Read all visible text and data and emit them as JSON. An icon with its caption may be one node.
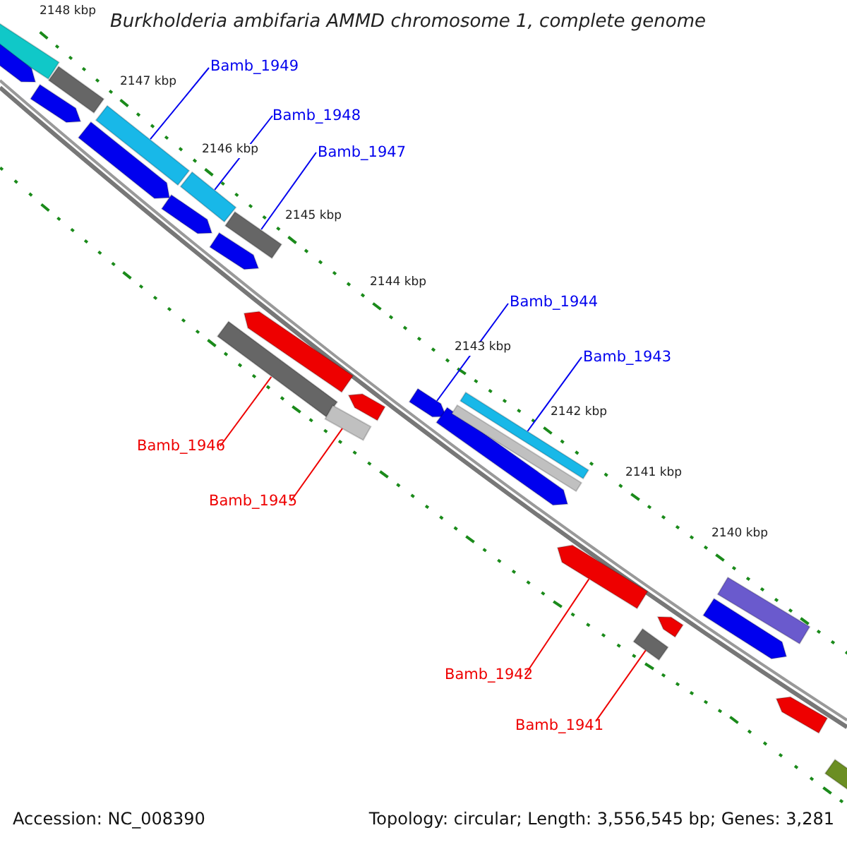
{
  "diagram": {
    "title": "Burkholderia ambifaria AMMD chromosome 1, complete genome",
    "nodes": [
      {
        "text": [
          "Bamb_1949"
        ]
      },
      {
        "text": [],
        "shape": "bar"
      },
      {
        "text": [
          "Bamb_1948"
        ]
      },
      {
        "text": [],
        "shape": "bar"
      },
      {
        "text": [
          "Bamb_1947"
        ]
      },
      {
        "text": [],
        "shape": "bar"
      },
      {
        "text": [
          "Bamb_1944"
        ]
      },
      {
        "text": [],
        "shape": "arrow"
      },
      {
        "text": [
          "Bamb_1943"
        ]
      },
      {
        "text": [],
        "shape": "bar"
      },
      {
        "text": [
          "Bamb_1946"
        ]
      },
      {
        "text": [],
        "shape": "bar"
      },
      {
        "text": [
          "Bamb_1945"
        ]
      },
      {
        "text": [],
        "shape": "bar"
      },
      {
        "text": [
          "Bamb_1942"
        ]
      },
      {
        "text": [],
        "shape": "arrow"
      },
      {
        "text": [
          "Bamb_1941"
        ]
      },
      {
        "text": [],
        "shape": "bar"
      },
      {
        "text": [],
        "shape": "bar"
      },
      {
        "text": [],
        "shape": "arrow"
      },
      {
        "text": [],
        "shape": "arrow"
      },
      {
        "text": [],
        "shape": "bar"
      },
      {
        "text": [],
        "shape": "arrow"
      },
      {
        "text": [],
        "shape": "arrow"
      },
      {
        "text": [],
        "shape": "arrow"
      },
      {
        "text": [],
        "shape": "arrow"
      },
      {
        "text": [],
        "shape": "arrow"
      },
      {
        "text": [],
        "shape": "arrow"
      },
      {
        "text": [],
        "shape": "bar"
      },
      {
        "text": [],
        "shape": "arrow"
      },
      {
        "text": [],
        "shape": "arrow"
      },
      {
        "text": [],
        "shape": "bar"
      },
      {
        "text": [],
        "shape": "arrow"
      },
      {
        "text": [],
        "shape": "bar"
      }
    ],
    "edges": [
      {
        "from": 0,
        "to": 1,
        "arrow": "none"
      },
      {
        "from": 2,
        "to": 3,
        "arrow": "none"
      },
      {
        "from": 4,
        "to": 5,
        "arrow": "none"
      },
      {
        "from": 6,
        "to": 7,
        "arrow": "none"
      },
      {
        "from": 8,
        "to": 9,
        "arrow": "none"
      },
      {
        "from": 10,
        "to": 11,
        "arrow": "none",
        "color": "#ee0000"
      },
      {
        "from": 12,
        "to": 13,
        "arrow": "none",
        "color": "#ee0000"
      },
      {
        "from": 14,
        "to": 15,
        "arrow": "none",
        "color": "#ee0000"
      },
      {
        "from": 16,
        "to": 17,
        "arrow": "none",
        "color": "#ee0000"
      }
    ],
    "labels": [
      "2148 kbp",
      "2147 kbp",
      "2146 kbp",
      "2145 kbp",
      "2144 kbp",
      "2143 kbp",
      "2142 kbp",
      "2141 kbp",
      "2140 kbp",
      "Accession: NC_008390",
      "Topology: circular; Length: 3,556,545 bp; Genes: 3,281"
    ]
  }
}
